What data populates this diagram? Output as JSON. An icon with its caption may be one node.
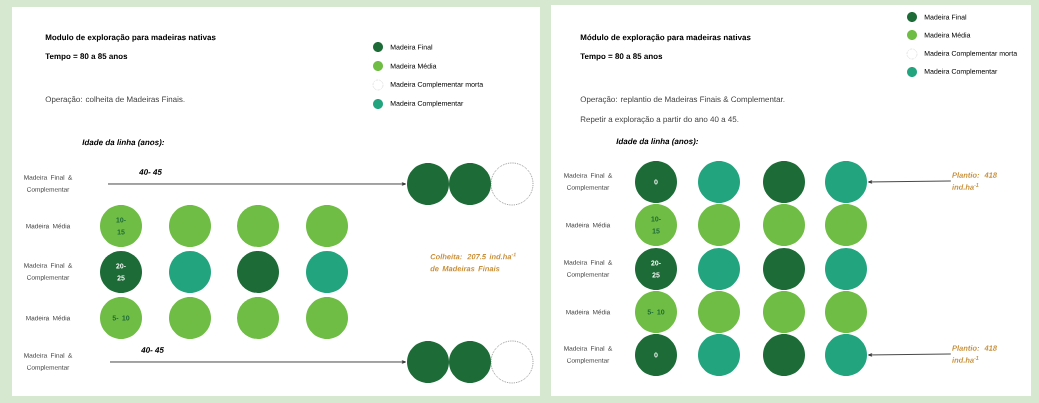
{
  "diagram": {
    "nodes": [
      {
        "text": [],
        "shape": "circle"
      },
      {
        "text": [],
        "shape": "circle"
      },
      {
        "text": [],
        "shape": "circle"
      },
      {
        "text": [
          "10- 15"
        ]
      },
      {
        "text": [],
        "shape": "circle"
      },
      {
        "text": [],
        "shape": "circle"
      },
      {
        "text": [],
        "shape": "circle"
      },
      {
        "text": [
          "20- 25"
        ]
      },
      {
        "text": [],
        "shape": "circle"
      },
      {
        "text": [],
        "shape": "circle"
      },
      {
        "text": [],
        "shape": "circle"
      },
      {
        "text": [
          "5- 10"
        ]
      },
      {
        "text": [],
        "shape": "circle"
      },
      {
        "text": [],
        "shape": "circle"
      },
      {
        "text": [],
        "shape": "circle"
      },
      {
        "text": [],
        "shape": "circle"
      },
      {
        "text": [],
        "shape": "circle"
      },
      {
        "text": [],
        "shape": "circle"
      },
      {
        "text": [
          "0"
        ]
      },
      {
        "text": [],
        "shape": "circle"
      },
      {
        "text": [],
        "shape": "circle"
      },
      {
        "text": [],
        "shape": "circle"
      },
      {
        "text": [
          "Plantio: 418 ind.ha$^{-1}$"
        ]
      },
      {
        "text": [
          "10- 15"
        ]
      },
      {
        "text": [],
        "shape": "circle"
      },
      {
        "text": [],
        "shape": "circle"
      },
      {
        "text": [],
        "shape": "circle"
      },
      {
        "text": [
          "20- 25"
        ]
      },
      {
        "text": [],
        "shape": "circle"
      },
      {
        "text": [],
        "shape": "circle"
      },
      {
        "text": [],
        "shape": "circle"
      },
      {
        "text": [
          "5- 10"
        ]
      },
      {
        "text": [],
        "shape": "circle"
      },
      {
        "text": [],
        "shape": "circle"
      },
      {
        "text": [],
        "shape": "circle"
      },
      {
        "text": [
          "0"
        ]
      },
      {
        "text": [],
        "shape": "circle"
      },
      {
        "text": [],
        "shape": "circle"
      },
      {
        "text": [],
        "shape": "circle"
      },
      {
        "text": [
          "Plantio: 418 ind.ha$^{-1}$"
        ]
      }
    ],
    "edges": [
      {
        "from": null,
        "to": 0,
        "arrow": "to",
        "label": "40- 45"
      },
      {
        "from": null,
        "to": 15,
        "arrow": "to",
        "label": "40- 45"
      },
      {
        "from": 22,
        "to": 21,
        "arrow": "to"
      },
      {
        "from": 39,
        "to": 38,
        "arrow": "to"
      }
    ],
    "labels": [
      "Modulo de exploração para madeiras nativas",
      "Tempo = 80 a 85 anos",
      "Operação: colheita de Madeiras Finais.",
      "Idade da linha (anos):",
      "Madeira Final & Complementar",
      "Madeira Média",
      "Madeira Final & Complementar",
      "Madeira Média",
      "Madeira Final & Complementar",
      "Colheita: 207.5 ind.ha$^{-1}$ de Madeiras Finais",
      "Módulo de exploração para madeiras nativas",
      "Tempo = 80 a 85 anos",
      "Operação: replantio de Madeiras Finais & Complementar.",
      "Repetir a exploração a partir do ano 40 a 45.",
      "Idade da linha (anos):",
      "Madeira Final & Complementar",
      "Madeira Média",
      "Madeira Final & Complementar",
      "Madeira Média",
      "Madeira Final & Complementar"
    ],
    "legend": [
      {
        "text": "Madeira Final",
        "color": "#1d6b37"
      },
      {
        "text": "Madeira Média",
        "color": "#6fbd45"
      },
      {
        "text": "Madeira Complementar morta"
      },
      {
        "text": "Madeira Complementar",
        "color": "#22a57e"
      },
      {
        "text": "Madeira Final",
        "color": "#1d6b37"
      },
      {
        "text": "Madeira Média",
        "color": "#6fbd45"
      },
      {
        "text": "Madeira Complementar morta"
      },
      {
        "text": "Madeira Complementar",
        "color": "#22a57e"
      }
    ]
  }
}
